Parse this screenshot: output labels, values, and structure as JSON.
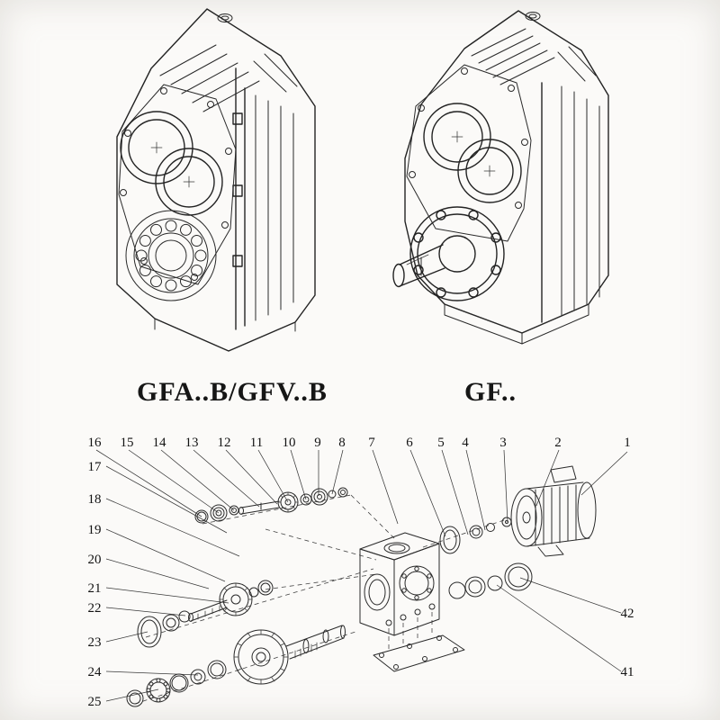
{
  "page": {
    "background": "#fbfaf8",
    "line_color": "#232323",
    "text_color": "#121212"
  },
  "models": {
    "left_label": "GFA..B/GFV..B",
    "right_label": "GF.."
  },
  "exploded": {
    "top": [
      "16",
      "15",
      "14",
      "13",
      "12",
      "11",
      "10",
      "9",
      "8",
      "7",
      "6",
      "5",
      "4",
      "3",
      "2",
      "1"
    ],
    "left": [
      "17",
      "18",
      "19",
      "20",
      "21",
      "22",
      "23",
      "24",
      "25"
    ],
    "right": [
      "42",
      "41"
    ]
  }
}
